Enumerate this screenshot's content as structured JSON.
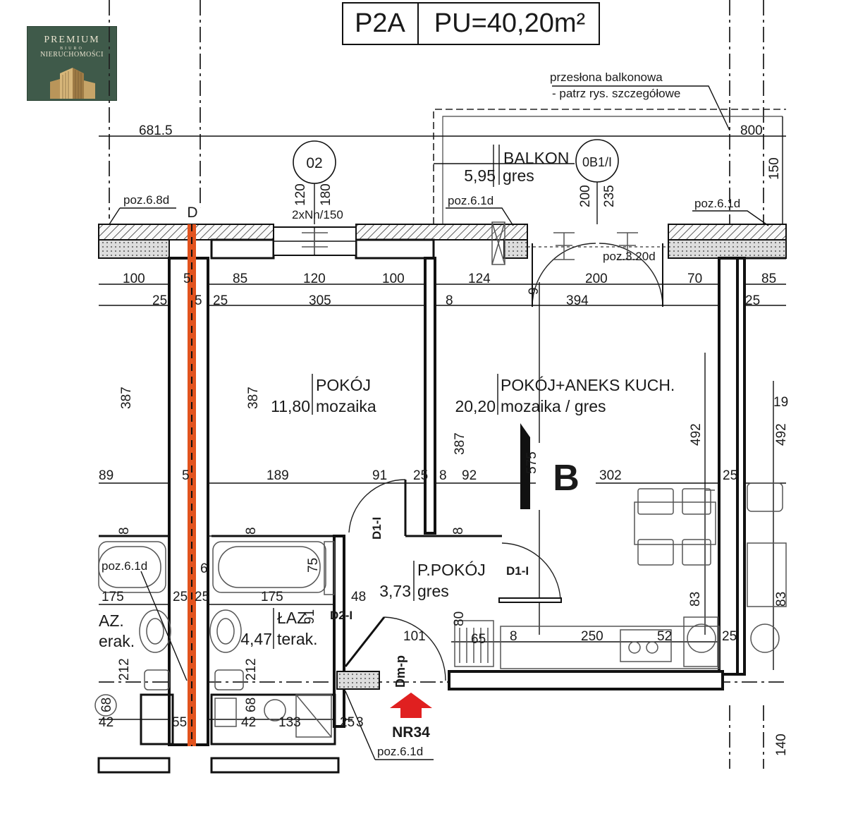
{
  "logo": {
    "line1": "PREMIUM",
    "line2": "BIURO",
    "line3": "NIERUCHOMOŚCI"
  },
  "title": {
    "unit": "P2A",
    "area": "PU=40,20m²"
  },
  "annotations": {
    "balcony_screen_1": "przesłona balkonowa",
    "balcony_screen_2": "- patrz rys. szczegółowe",
    "window_tag": "02",
    "window_code": "2xNn/150",
    "door_tag": "0B1/I",
    "grid_axis": "D",
    "section_mark": "B",
    "entrance_label": "NR34",
    "entrance_door": "Dm-p",
    "door_d1_left": "D1-I",
    "door_d1_right": "D1-I",
    "door_d2": "D2-I",
    "poz_68d": "poz.6.8d",
    "poz_61d_a": "poz.6.1d",
    "poz_61d_b": "poz.6.1d",
    "poz_61d_c": "poz.6.1d",
    "poz_61d_d": "poz.6.1d",
    "poz_320d": "poz.3.20d"
  },
  "rooms": {
    "balkon": {
      "name": "BALKON",
      "area": "5,95",
      "floor": "gres"
    },
    "pokoj": {
      "name": "POKÓJ",
      "area": "11,80",
      "floor": "mozaika"
    },
    "pokoj_aneks": {
      "name": "POKÓJ+ANEKS KUCH.",
      "area": "20,20",
      "floor": "mozaika / gres"
    },
    "przedpokoj": {
      "name": "P.POKÓJ",
      "area": "3,73",
      "floor": "gres"
    },
    "lazienka": {
      "name": "ŁAZ.",
      "area": "4,47",
      "floor": "terak."
    },
    "lazienka_left": {
      "name": "AZ.",
      "floor": "erak."
    }
  },
  "dimensions": {
    "d6815": "681.5",
    "d800": "800",
    "d150": "150",
    "d120a": "120",
    "d180": "180",
    "d200a": "200",
    "d235": "235",
    "d100a": "100",
    "d5a": "5",
    "d85a": "85",
    "d120b": "120",
    "d100b": "100",
    "d124": "124",
    "d9": "9",
    "d200b": "200",
    "d70": "70",
    "d85b": "85",
    "d25a": "25",
    "d5b": "5",
    "d25b": "25",
    "d305": "305",
    "d8a": "8",
    "d394": "394",
    "d25c": "25",
    "d387a": "387",
    "d387b": "387",
    "d387c": "387",
    "d492a": "492",
    "d492b": "492",
    "d575": "575",
    "d89": "89",
    "d5c": "5",
    "d189": "189",
    "d91": "91",
    "d25d": "25",
    "d8b": "8",
    "d92": "92",
    "d302": "302",
    "d25e": "25",
    "d8c": "8",
    "d8d": "8",
    "d8e": "8",
    "d75": "75",
    "d6": "6",
    "d175a": "175",
    "d25f": "25",
    "d25g": "25",
    "d175b": "175",
    "d48": "48",
    "d91b": "91",
    "d83a": "83",
    "d83b": "83",
    "d101": "101",
    "d80": "80",
    "d65": "65",
    "d8f": "8",
    "d250": "250",
    "d52": "52",
    "d25h": "25",
    "d212a": "212",
    "d212b": "212",
    "d68a": "68",
    "d42a": "42",
    "d55": "55",
    "d68b": "68",
    "d42b": "42",
    "d133": "133",
    "d25i": "25",
    "d3": "3",
    "d140": "140",
    "d19": "19"
  }
}
